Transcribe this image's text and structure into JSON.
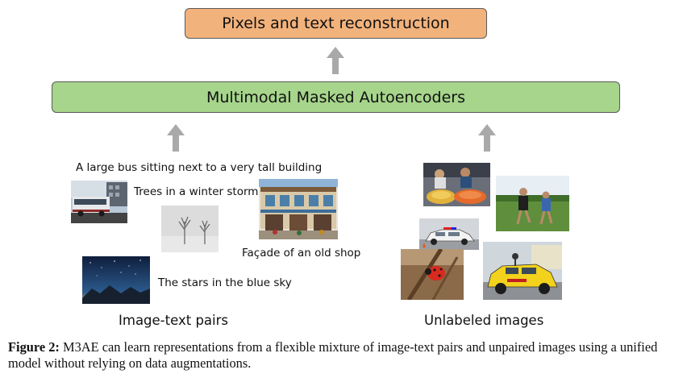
{
  "diagram": {
    "output_box": "Pixels and text reconstruction",
    "model_box": "Multimodal Masked Autoencoders",
    "left_group": {
      "label": "Image-text pairs",
      "captions": [
        "A large bus sitting next to a very tall building",
        "Trees in a winter storm",
        "Façade of an old shop",
        "The stars in the blue sky"
      ]
    },
    "right_group": {
      "label": "Unlabeled images"
    },
    "colors": {
      "output_box": "#f2b27c",
      "model_box": "#a6d58b",
      "arrow": "#a9a9a9"
    }
  },
  "caption": {
    "label": "Figure 2:",
    "text": "M3AE can learn representations from a flexible mixture of image-text pairs and unpaired images using a unified model without relying on data augmentations."
  }
}
